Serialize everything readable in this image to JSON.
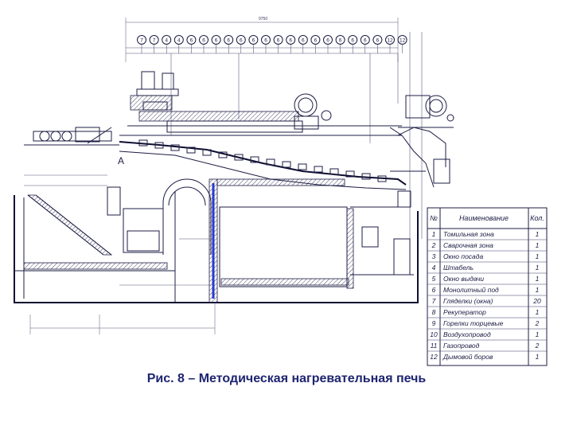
{
  "caption": "Рис. 8 – Методическая нагревательная печь",
  "top_dimension": "9750",
  "section_label": "А",
  "callout_numbers": [
    "7",
    "7",
    "4",
    "4",
    "6",
    "6",
    "6",
    "6",
    "6",
    "6",
    "6",
    "6",
    "6",
    "6",
    "6",
    "6",
    "6",
    "6",
    "6",
    "6",
    "12",
    "12"
  ],
  "spec_table": {
    "headers": [
      "№",
      "Наименование",
      "Кол."
    ],
    "rows": [
      {
        "no": "1",
        "name": "Томильная зона",
        "qty": "1"
      },
      {
        "no": "2",
        "name": "Сварочная зона",
        "qty": "1"
      },
      {
        "no": "3",
        "name": "Окно посада",
        "qty": "1"
      },
      {
        "no": "4",
        "name": "Штабель",
        "qty": "1"
      },
      {
        "no": "5",
        "name": "Окно выдачи",
        "qty": "1"
      },
      {
        "no": "6",
        "name": "Монолитный под",
        "qty": "1"
      },
      {
        "no": "7",
        "name": "Гляделки (окна)",
        "qty": "20"
      },
      {
        "no": "8",
        "name": "Рекуператор",
        "qty": "1"
      },
      {
        "no": "9",
        "name": "Горелки торцевые",
        "qty": "2"
      },
      {
        "no": "10",
        "name": "Воздухопровод",
        "qty": "1"
      },
      {
        "no": "11",
        "name": "Газопровод",
        "qty": "2"
      },
      {
        "no": "12",
        "name": "Дымовой боров",
        "qty": "1"
      }
    ]
  },
  "colors": {
    "lines": "#1c1c44",
    "accent": "#2a3ad0",
    "caption": "#1e2570"
  }
}
